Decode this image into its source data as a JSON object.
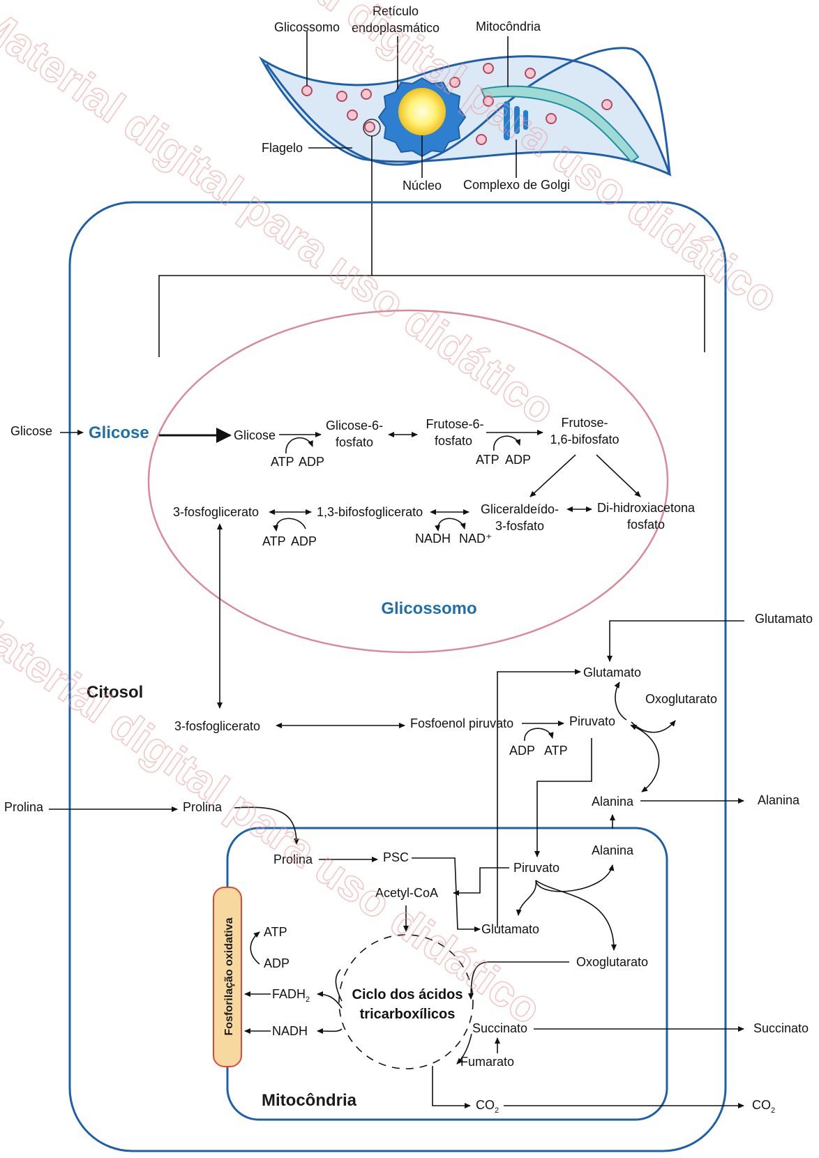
{
  "colors": {
    "cell_outline": "#1f5fa8",
    "glycosome_outline": "#d98a9a",
    "accent_label": "#1f6fa8",
    "watermark": "#e89a9a",
    "oxphos_fill": "#f7d9a0",
    "oxphos_border": "#d94a3a"
  },
  "parasite": {
    "label_glicossomo": "Glicossomo",
    "label_reticulo_1": "Retículo",
    "label_reticulo_2": "endoplasmático",
    "label_mitocondria": "Mitocôndria",
    "label_flagelo": "Flagelo",
    "label_nucleo": "Núcleo",
    "label_golgi": "Complexo de Golgi"
  },
  "glycosome": {
    "title": "Glicossomo",
    "glicose_outside": "Glicose",
    "glicose_blue": "Glicose",
    "glicose_inside": "Glicose",
    "g6p_1": "Glicose-6-",
    "g6p_2": "fosfato",
    "f6p_1": "Frutose-6-",
    "f6p_2": "fosfato",
    "f16bp_1": "Frutose-",
    "f16bp_2": "1,6-bifosfato",
    "atp1": "ATP",
    "adp1": "ADP",
    "atp2": "ATP",
    "adp2": "ADP",
    "g3p_1": "Gliceraldeído-",
    "g3p_2": "3-fosfato",
    "dhap_1": "Di-hidroxiacetona",
    "dhap_2": "fosfato",
    "bpg": "1,3-bifosfoglicerato",
    "nadh": "NADH",
    "nad": "NAD⁺",
    "pg3": "3-fosfoglicerato",
    "atp3": "ATP",
    "adp3": "ADP"
  },
  "cytosol": {
    "title": "Citosol",
    "pg3": "3-fosfoglicerato",
    "pep": "Fosfoenol piruvato",
    "adp": "ADP",
    "atp": "ATP",
    "piruvato": "Piruvato",
    "glutamato": "Glutamato",
    "oxoglutarato": "Oxoglutarato",
    "alanina": "Alanina",
    "prolina": "Prolina"
  },
  "external": {
    "glutamato": "Glutamato",
    "alanina": "Alanina",
    "prolina": "Prolina",
    "succinato": "Succinato",
    "co2": "CO",
    "co2_sub": "2"
  },
  "mitochondrion": {
    "title": "Mitocôndria",
    "prolina": "Prolina",
    "psc": "PSC",
    "acetyl_coa": "Acetyl-CoA",
    "piruvato": "Piruvato",
    "alanina": "Alanina",
    "glutamato": "Glutamato",
    "oxoglutarato": "Oxoglutarato",
    "tca_1": "Ciclo dos ácidos",
    "tca_2": "tricarboxílicos",
    "succinato": "Succinato",
    "fumarato": "Fumarato",
    "co2": "CO",
    "co2_sub": "2",
    "atp": "ATP",
    "adp": "ADP",
    "fadh2": "FADH",
    "fadh2_sub": "2",
    "nadh": "NADH",
    "oxphos": "Fosforilação oxidativa"
  },
  "watermark": {
    "text_a": "Material digital para uso didático",
    "text_b": "Material digital para uso didático",
    "text_c": "Material digital para uso didático"
  }
}
